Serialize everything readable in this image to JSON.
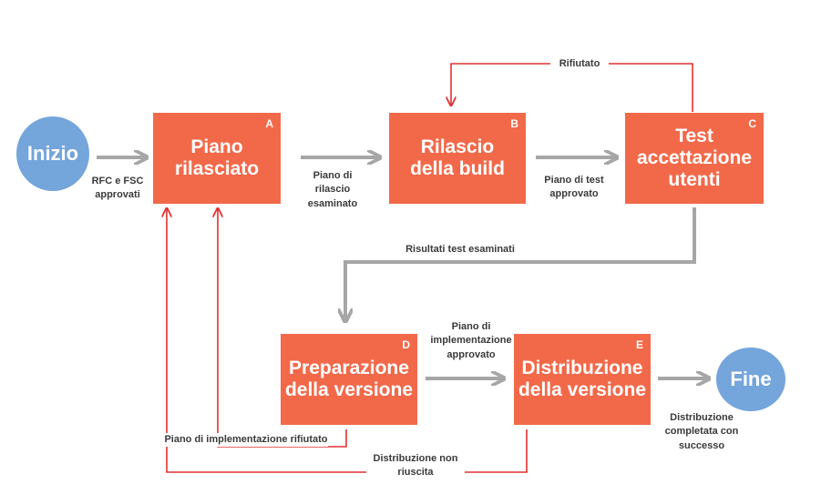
{
  "colors": {
    "box_fill": "#f2694a",
    "circle_fill": "#74a5db",
    "flow_arrow": "#a6a6a6",
    "reject_arrow": "#e03131",
    "label_text": "#3a3a3a"
  },
  "nodes": {
    "start": "Inizio",
    "end": "Fine"
  },
  "steps": [
    {
      "letter": "A",
      "title": "Piano rilasciato"
    },
    {
      "letter": "B",
      "title": "Rilascio della build"
    },
    {
      "letter": "C",
      "title": "Test accettazione utenti"
    },
    {
      "letter": "D",
      "title": "Preparazione della versione"
    },
    {
      "letter": "E",
      "title": "Distribuzione della versione"
    }
  ],
  "edge_labels": {
    "start_to_a": "RFC e FSC approvati",
    "a_to_b": "Piano di rilascio esaminato",
    "b_to_c": "Piano di test approvato",
    "c_to_b": "Rifiutato",
    "c_to_d": "Risultati test esaminati",
    "d_to_e": "Piano di implementazione approvato",
    "d_to_a": "Piano di implementazione rifiutato",
    "e_to_a": "Distribuzione non riuscita",
    "e_to_end": "Distribuzione completata con successo"
  }
}
